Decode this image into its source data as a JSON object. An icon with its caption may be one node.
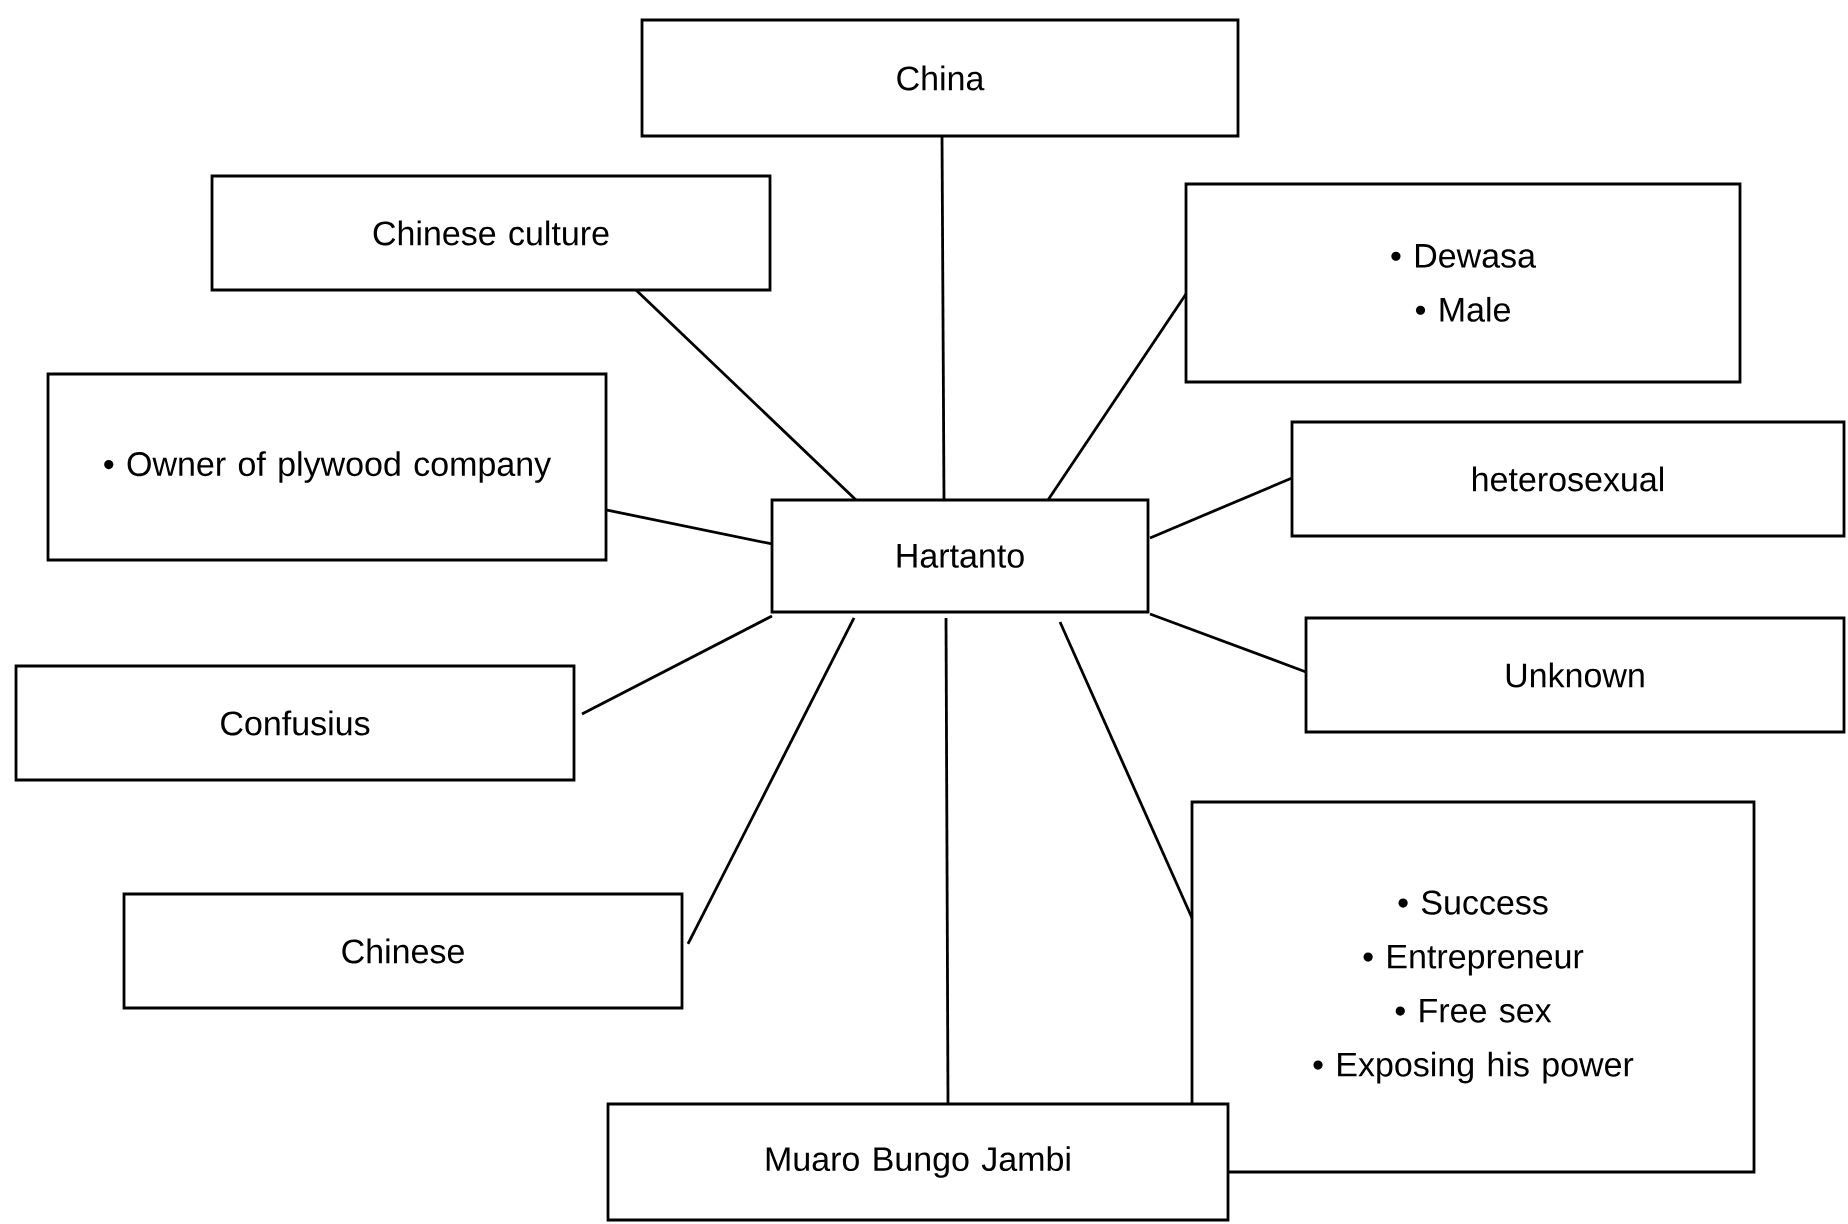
{
  "diagram": {
    "nodes": [
      {
        "text": [
          "Hartanto"
        ]
      },
      {
        "text": [
          "China"
        ]
      },
      {
        "text": [
          "Chinese culture"
        ]
      },
      {
        "text": [
          "• Dewasa",
          "• Male"
        ]
      },
      {
        "text": [
          "• Owner of plywood company"
        ]
      },
      {
        "text": [
          "heterosexual"
        ]
      },
      {
        "text": [
          "Unknown"
        ]
      },
      {
        "text": [
          "Confusius"
        ]
      },
      {
        "text": [
          "Chinese"
        ]
      },
      {
        "text": [
          "• Success",
          "• Entrepreneur",
          "• Free sex",
          "• Exposing his power"
        ]
      },
      {
        "text": [
          "Muaro Bungo Jambi"
        ]
      }
    ],
    "edges": [
      {
        "from": 0,
        "to": 1,
        "arrow": "none"
      },
      {
        "from": 0,
        "to": 2,
        "arrow": "none"
      },
      {
        "from": 0,
        "to": 3,
        "arrow": "none"
      },
      {
        "from": 0,
        "to": 4,
        "arrow": "none"
      },
      {
        "from": 0,
        "to": 5,
        "arrow": "none"
      },
      {
        "from": 0,
        "to": 6,
        "arrow": "none"
      },
      {
        "from": 0,
        "to": 7,
        "arrow": "none"
      },
      {
        "from": 0,
        "to": 8,
        "arrow": "none"
      },
      {
        "from": 0,
        "to": 9,
        "arrow": "none"
      },
      {
        "from": 0,
        "to": 10,
        "arrow": "none"
      }
    ]
  }
}
